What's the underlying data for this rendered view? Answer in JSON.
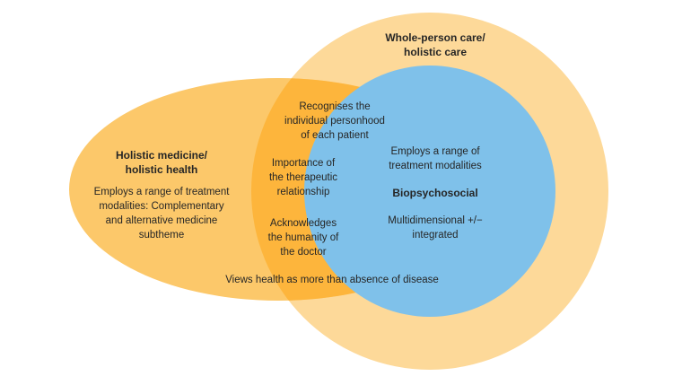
{
  "colors": {
    "background": "#ffffff",
    "whole_person_ring": "#FDD999",
    "holistic_medicine": "#FCC86A",
    "overlap": "#FDB53C",
    "biopsychosocial": "#7FC1EA",
    "text": "#262626"
  },
  "sets": {
    "whole_person": {
      "title_line1": "Whole-person care/",
      "title_line2": "holistic care"
    },
    "holistic_medicine": {
      "title_line1": "Holistic medicine/",
      "title_line2": "holistic health",
      "desc_line1": "Employs a range of treatment",
      "desc_line2": "modalities: Complementary",
      "desc_line3": "and alternative medicine",
      "desc_line4": "subtheme"
    },
    "biopsychosocial": {
      "title": "Biopsychosocial",
      "modalities_line1": "Employs a range of",
      "modalities_line2": "treatment modalities",
      "desc_line1": "Multidimensional +/−",
      "desc_line2": "integrated"
    }
  },
  "shared": {
    "personhood": {
      "line1": "Recognises the",
      "line2": "individual personhood",
      "line3": "of each patient"
    },
    "therapeutic": {
      "line1": "Importance of",
      "line2": "the therapeutic",
      "line3": "relationship"
    },
    "humanity": {
      "line1": "Acknowledges",
      "line2": "the humanity of",
      "line3": "the doctor"
    },
    "health_view": "Views health as more than absence of disease"
  }
}
